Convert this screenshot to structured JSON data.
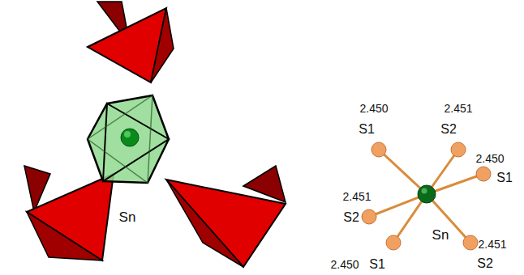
{
  "diagram": {
    "labels": [
      "Sn",
      "2.450",
      "2.451",
      "S1",
      "S2",
      "2.450",
      "S1",
      "2.451",
      "S2",
      "Sn",
      "2.451",
      "2.450",
      "S2",
      "S1"
    ]
  }
}
